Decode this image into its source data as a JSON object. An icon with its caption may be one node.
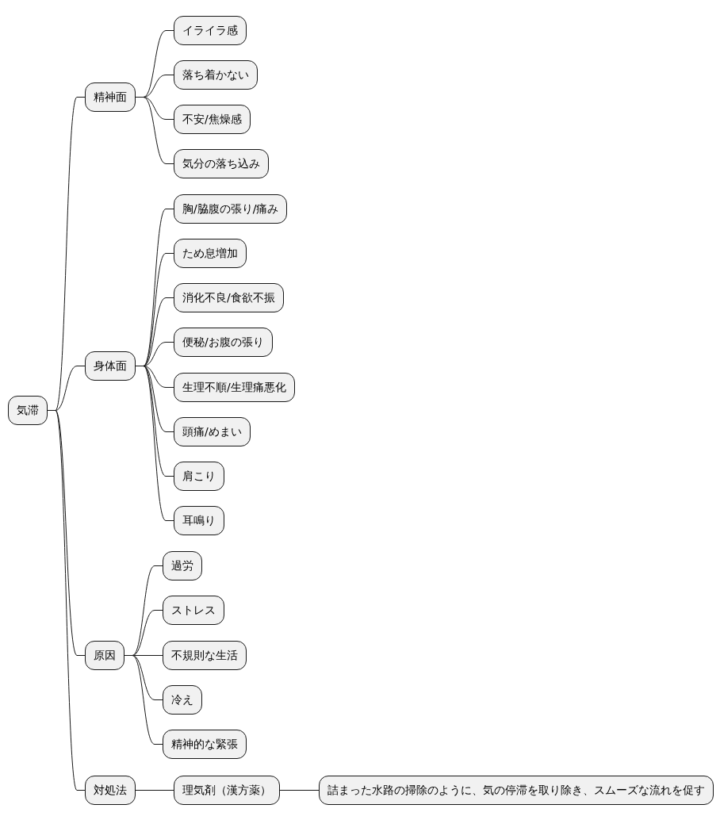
{
  "diagram": {
    "nodes": [
      {
        "text": [
          "気滞"
        ]
      },
      {
        "text": [
          "精神面"
        ]
      },
      {
        "text": [
          "イライラ感"
        ]
      },
      {
        "text": [
          "落ち着かない"
        ]
      },
      {
        "text": [
          "不安/焦燥感"
        ]
      },
      {
        "text": [
          "気分の落ち込み"
        ]
      },
      {
        "text": [
          "身体面"
        ]
      },
      {
        "text": [
          "胸/脇腹の張り/痛み"
        ]
      },
      {
        "text": [
          "ため息増加"
        ]
      },
      {
        "text": [
          "消化不良/食欲不振"
        ]
      },
      {
        "text": [
          "便秘/お腹の張り"
        ]
      },
      {
        "text": [
          "生理不順/生理痛悪化"
        ]
      },
      {
        "text": [
          "頭痛/めまい"
        ]
      },
      {
        "text": [
          "肩こり"
        ]
      },
      {
        "text": [
          "耳鳴り"
        ]
      },
      {
        "text": [
          "原因"
        ]
      },
      {
        "text": [
          "過労"
        ]
      },
      {
        "text": [
          "ストレス"
        ]
      },
      {
        "text": [
          "不規則な生活"
        ]
      },
      {
        "text": [
          "冷え"
        ]
      },
      {
        "text": [
          "精神的な緊張"
        ]
      },
      {
        "text": [
          "対処法"
        ]
      },
      {
        "text": [
          "理気剤（漢方薬）"
        ]
      },
      {
        "text": [
          "詰まった水路の掃除のように、気の停滞を取り除き、スムーズな流れを促す"
        ]
      }
    ],
    "edges": [
      {
        "from": 0,
        "to": 1,
        "arrow": "none"
      },
      {
        "from": 1,
        "to": 2,
        "arrow": "none"
      },
      {
        "from": 1,
        "to": 3,
        "arrow": "none"
      },
      {
        "from": 1,
        "to": 4,
        "arrow": "none"
      },
      {
        "from": 1,
        "to": 5,
        "arrow": "none"
      },
      {
        "from": 0,
        "to": 6,
        "arrow": "none"
      },
      {
        "from": 6,
        "to": 7,
        "arrow": "none"
      },
      {
        "from": 6,
        "to": 8,
        "arrow": "none"
      },
      {
        "from": 6,
        "to": 9,
        "arrow": "none"
      },
      {
        "from": 6,
        "to": 10,
        "arrow": "none"
      },
      {
        "from": 6,
        "to": 11,
        "arrow": "none"
      },
      {
        "from": 6,
        "to": 12,
        "arrow": "none"
      },
      {
        "from": 6,
        "to": 13,
        "arrow": "none"
      },
      {
        "from": 6,
        "to": 14,
        "arrow": "none"
      },
      {
        "from": 0,
        "to": 15,
        "arrow": "none"
      },
      {
        "from": 15,
        "to": 16,
        "arrow": "none"
      },
      {
        "from": 15,
        "to": 17,
        "arrow": "none"
      },
      {
        "from": 15,
        "to": 18,
        "arrow": "none"
      },
      {
        "from": 15,
        "to": 19,
        "arrow": "none"
      },
      {
        "from": 15,
        "to": 20,
        "arrow": "none"
      },
      {
        "from": 0,
        "to": 21,
        "arrow": "none"
      },
      {
        "from": 21,
        "to": 22,
        "arrow": "none"
      },
      {
        "from": 22,
        "to": 23,
        "arrow": "none"
      }
    ]
  }
}
